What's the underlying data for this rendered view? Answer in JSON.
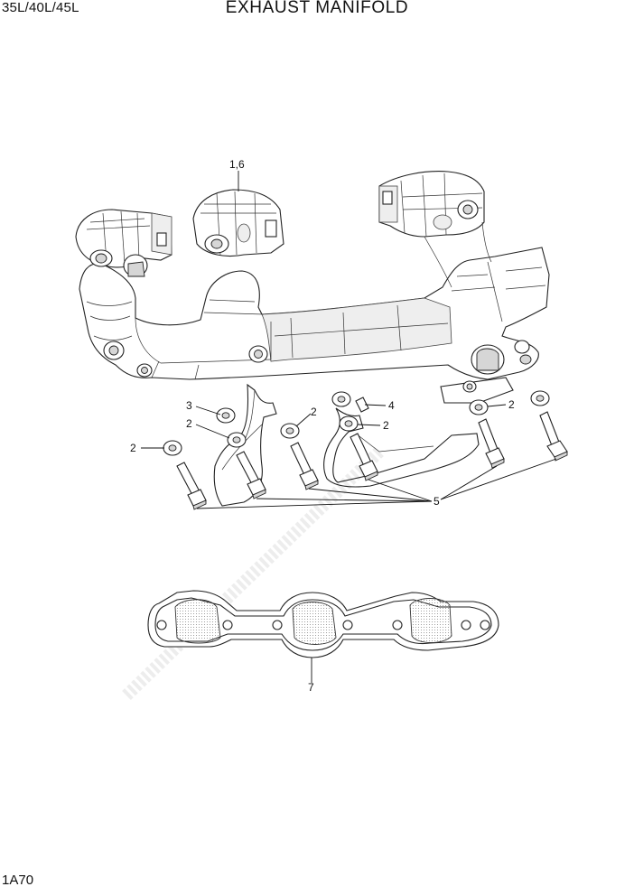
{
  "header": {
    "model": "35L/40L/45L",
    "title": "EXHAUST MANIFOLD"
  },
  "footer": {
    "page_code": "1A70"
  },
  "callouts": {
    "manifold": "1,6",
    "washer_left": "2",
    "washer_a": "2",
    "washer_b": "2",
    "washer_c": "2",
    "washer_right": "2",
    "bracket": "3",
    "stud": "4",
    "bolts": "5",
    "gasket": "7"
  }
}
